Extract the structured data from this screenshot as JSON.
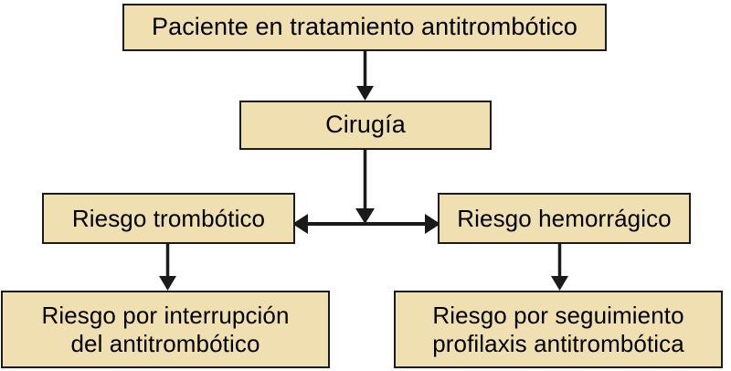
{
  "diagram": {
    "title_text": "",
    "type": "flowchart",
    "colors": {
      "node_fill": "#F0DFB0",
      "node_border": "#1A1A1A",
      "arrow": "#1A1A1A",
      "background": "#FFFFFF",
      "text": "#000000"
    },
    "nodes": [
      {
        "id": "patient",
        "label": "Paciente en tratamiento antitrombótico",
        "lines": [
          "Paciente en tratamiento antitrombótico"
        ]
      },
      {
        "id": "surgery",
        "label": "Cirugía",
        "lines": [
          "Cirugía"
        ]
      },
      {
        "id": "thrombotic_risk",
        "label": "Riesgo trombótico",
        "lines": [
          "Riesgo trombótico"
        ]
      },
      {
        "id": "hemorrhagic_risk",
        "label": "Riesgo hemorrágico",
        "lines": [
          "Riesgo hemorrágico"
        ]
      },
      {
        "id": "interruption_risk",
        "label": "Riesgo por interrupción del antitrombótico",
        "lines": [
          "Riesgo por interrupción",
          "del antitrombótico"
        ]
      },
      {
        "id": "prophylaxis_risk",
        "label": "Riesgo por seguimiento profilaxis antitrombótica",
        "lines": [
          "Riesgo por seguimiento",
          "profilaxis antitrombótica"
        ]
      }
    ],
    "edges": [
      {
        "id": "patient-to-surgery",
        "from": "patient",
        "to": "surgery",
        "style": "arrow-down"
      },
      {
        "id": "surgery-to-junction",
        "from": "surgery",
        "to": "junction",
        "style": "arrow-down"
      },
      {
        "id": "thrombo-hemorr",
        "from": "thrombotic_risk",
        "to": "hemorrhagic_risk",
        "style": "double-arrow-horizontal"
      },
      {
        "id": "thrombo-to-interrup",
        "from": "thrombotic_risk",
        "to": "interruption_risk",
        "style": "arrow-down"
      },
      {
        "id": "hemorr-to-profilax",
        "from": "hemorrhagic_risk",
        "to": "prophylaxis_risk",
        "style": "arrow-down"
      }
    ]
  }
}
